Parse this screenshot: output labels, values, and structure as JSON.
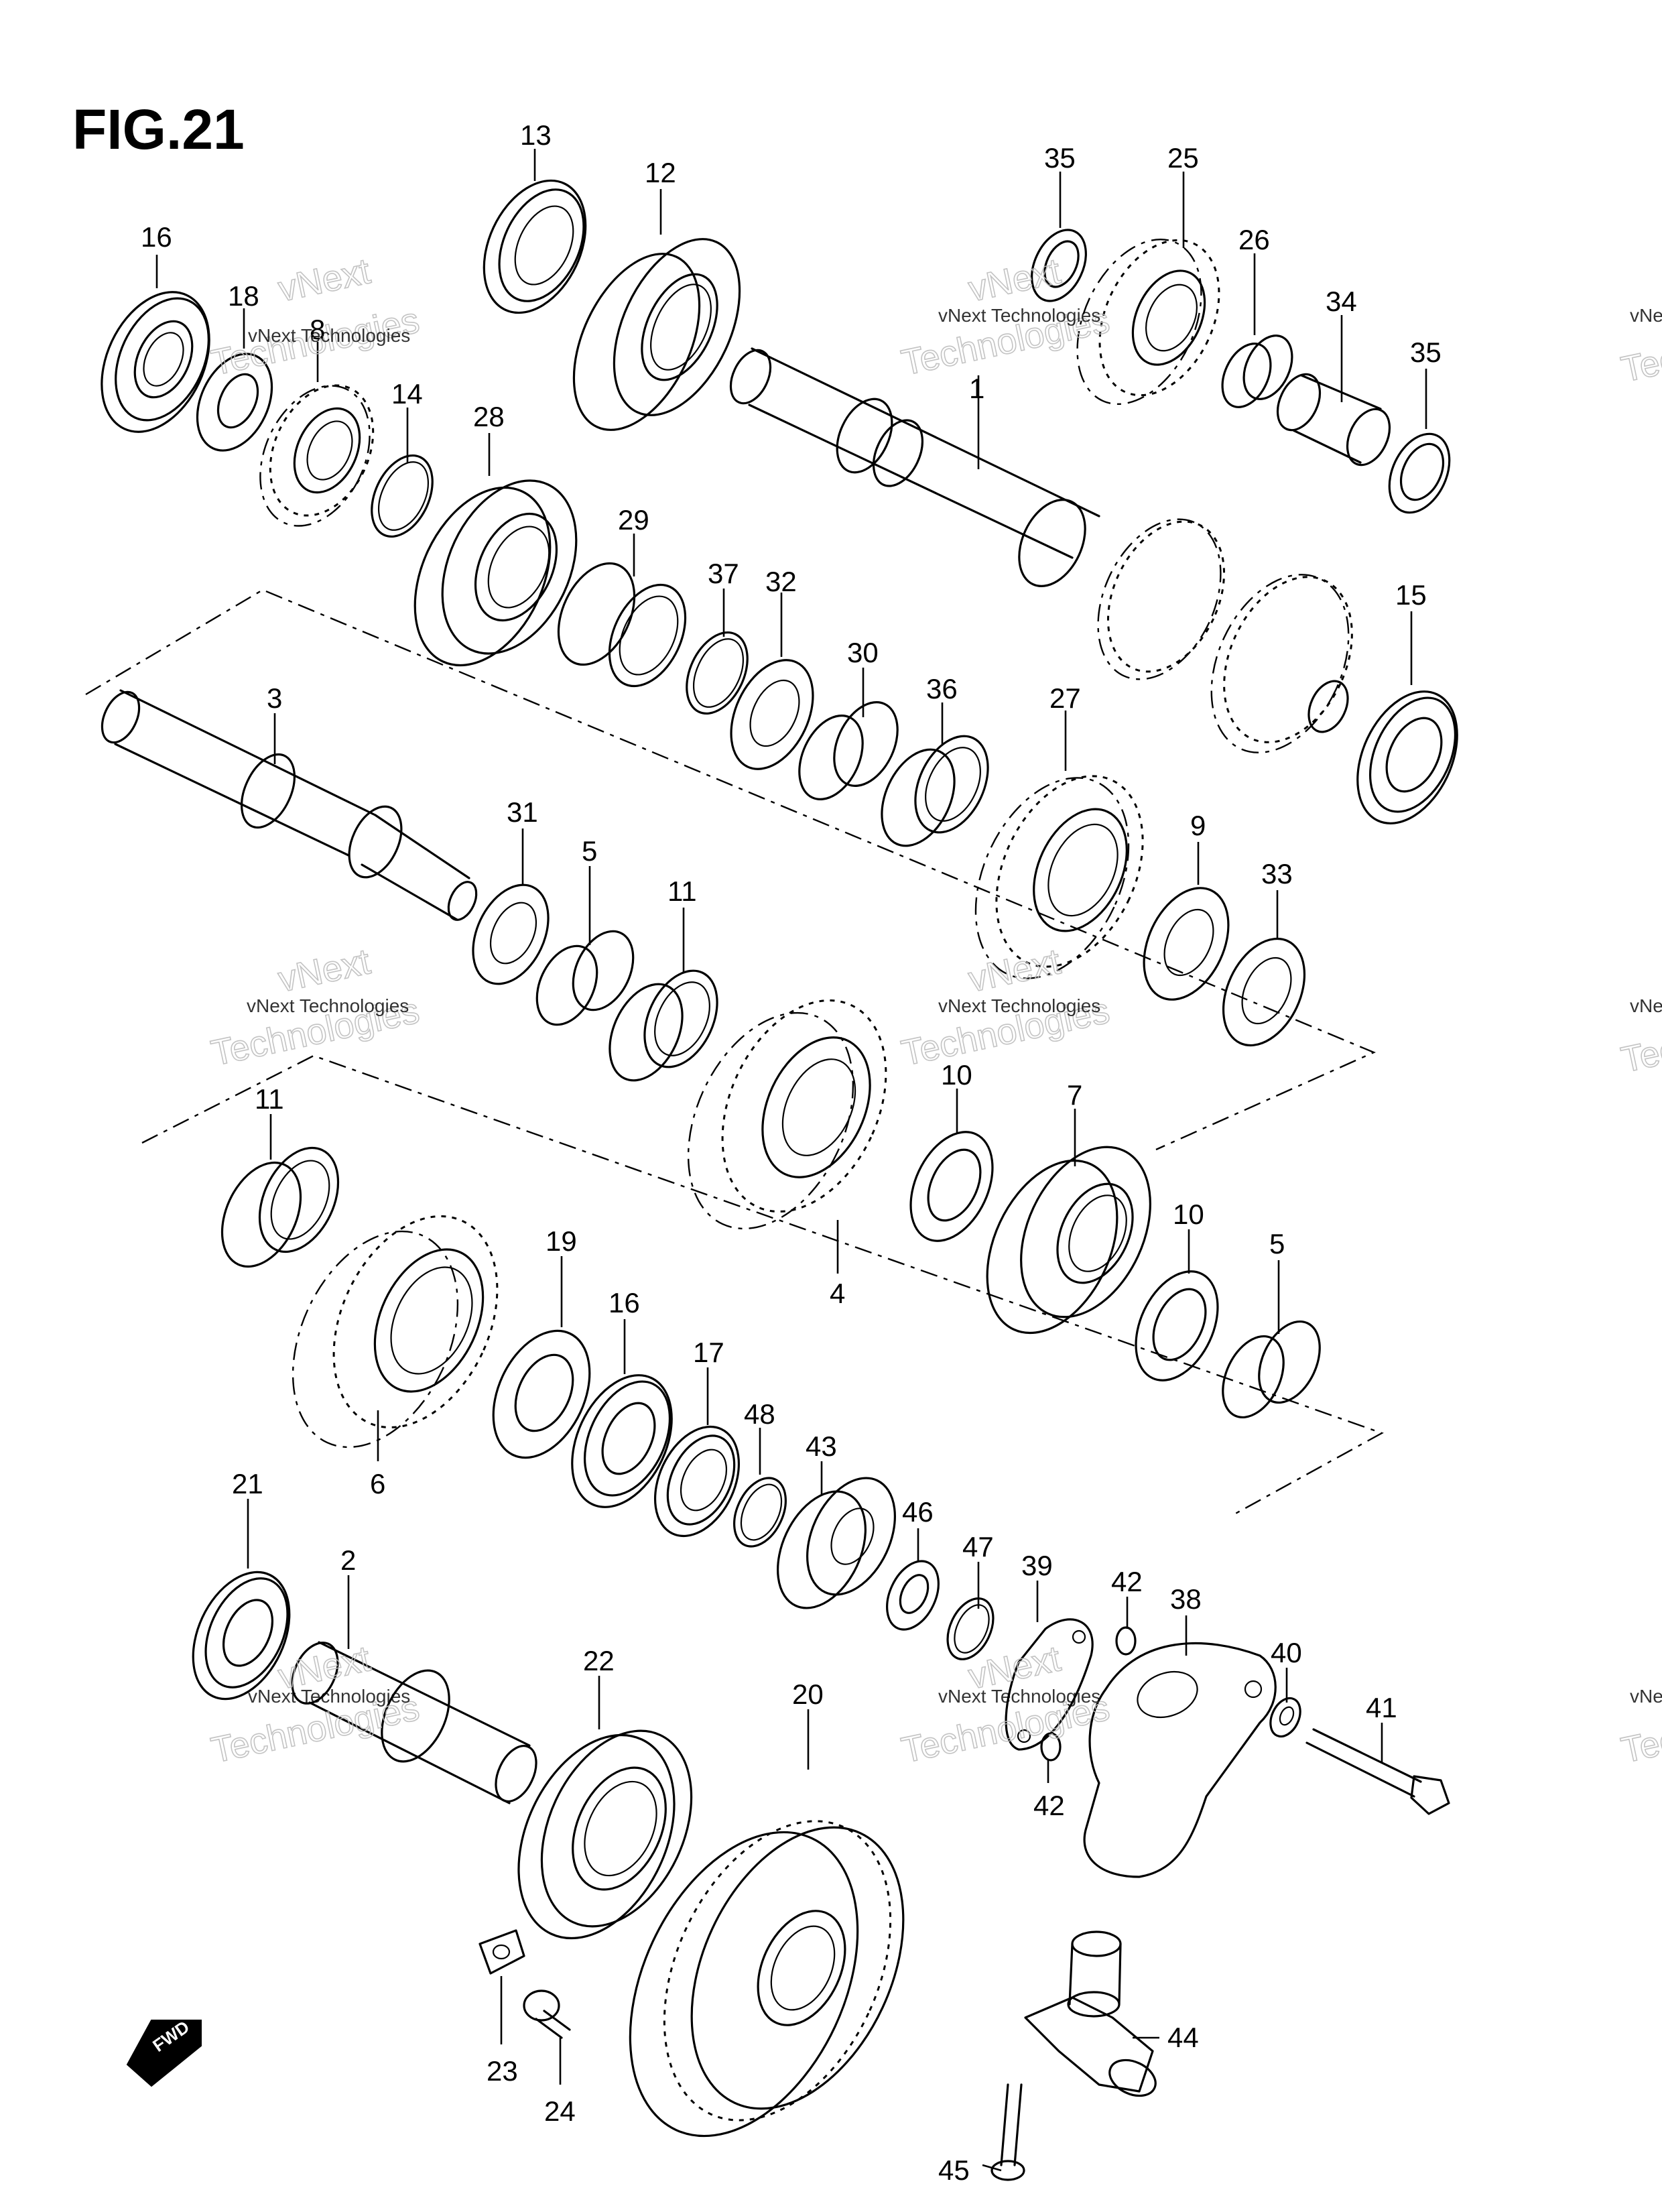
{
  "figure": {
    "title": "FIG.21"
  },
  "watermark": {
    "line1": "vNext Technologies",
    "big1": "vNext",
    "big2": "Technologies",
    "edge1": "vNe",
    "edge2": "Tec"
  },
  "fwd_badge": "FWD",
  "callouts": {
    "p1": "1",
    "p2": "2",
    "p3": "3",
    "p4": "4",
    "p5a": "5",
    "p5b": "5",
    "p6": "6",
    "p7": "7",
    "p8": "8",
    "p9": "9",
    "p10a": "10",
    "p10b": "10",
    "p11a": "11",
    "p11b": "11",
    "p12": "12",
    "p13": "13",
    "p14": "14",
    "p15": "15",
    "p16a": "16",
    "p16b": "16",
    "p17": "17",
    "p18": "18",
    "p19": "19",
    "p20": "20",
    "p21": "21",
    "p22": "22",
    "p23": "23",
    "p24": "24",
    "p25": "25",
    "p26": "26",
    "p27": "27",
    "p28": "28",
    "p29": "29",
    "p30": "30",
    "p31": "31",
    "p32": "32",
    "p33": "33",
    "p34": "34",
    "p35a": "35",
    "p35b": "35",
    "p36": "36",
    "p37": "37",
    "p38": "38",
    "p39": "39",
    "p40": "40",
    "p41": "41",
    "p42a": "42",
    "p42b": "42",
    "p43": "43",
    "p44": "44",
    "p45": "45",
    "p46": "46",
    "p47": "47",
    "p48": "48"
  }
}
